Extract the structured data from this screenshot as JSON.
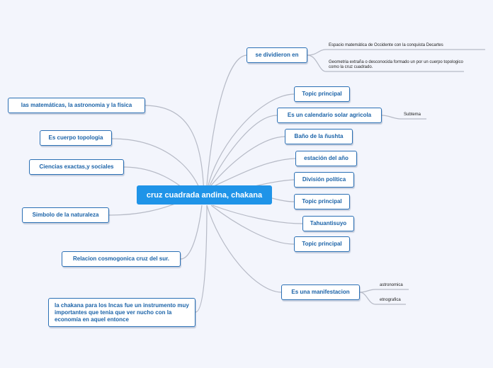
{
  "colors": {
    "background": "#f3f5fc",
    "central_fill": "#1f94e8",
    "central_text": "#ffffff",
    "node_border": "#2a6fb4",
    "node_text": "#1b63a8",
    "connector": "#b6bac6"
  },
  "central": {
    "label": "cruz cuadrada andina, chakana"
  },
  "left_topics": [
    {
      "label": "las matemáticas, la astronomia y la física"
    },
    {
      "label": "Es cuerpo topologia"
    },
    {
      "label": "Ciencias exactas,y sociales"
    },
    {
      "label": "Simbolo de la naturaleza"
    },
    {
      "label": "Relacion cosmogonica cruz del sur."
    },
    {
      "label": "la chakana para los Incas fue un instrumento muy importantes que tenia que ver nucho con la economía en aquel entonce"
    }
  ],
  "right_topics": [
    {
      "label": "se dividieron en",
      "subtopics": [
        {
          "label": "Espacio matemática de Occidente con la conquista Decartes"
        },
        {
          "label": "Geometria extraña o desconocida formado un por un cuerpo topologico como la cruz cuadrado."
        }
      ]
    },
    {
      "label": "Topic principal"
    },
    {
      "label": "Es un calendario solar agricola",
      "subtopics": [
        {
          "label": "Subtema"
        }
      ]
    },
    {
      "label": "Baño de la  ñushta"
    },
    {
      "label": "estación del año"
    },
    {
      "label": "División política"
    },
    {
      "label": "Topic principal"
    },
    {
      "label": "Tahuantisuyo"
    },
    {
      "label": "Topic principal"
    },
    {
      "label": "Es una manifestacion",
      "subtopics": [
        {
          "label": "astronomica"
        },
        {
          "label": "etnografica"
        }
      ]
    }
  ]
}
